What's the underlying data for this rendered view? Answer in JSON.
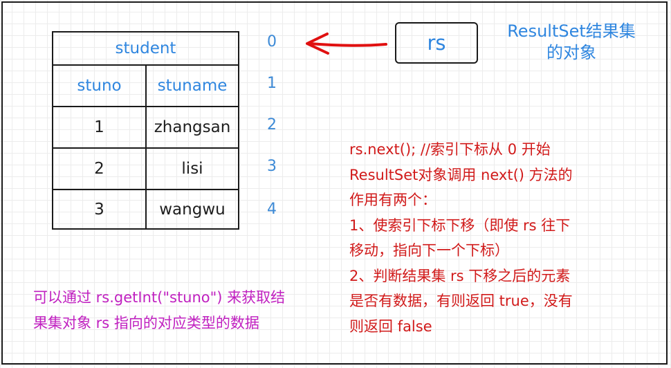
{
  "table": {
    "title": "student",
    "columns": [
      "stuno",
      "stuname"
    ],
    "rows": [
      [
        "1",
        "zhangsan"
      ],
      [
        "2",
        "lisi"
      ],
      [
        "3",
        "wangwu"
      ]
    ]
  },
  "indices": [
    "0",
    "1",
    "2",
    "3",
    "4"
  ],
  "rs_box": "rs",
  "rs_label": [
    "ResultSet结果集",
    "的对象"
  ],
  "red_note": [
    "rs.next(); //索引下标从 0 开始",
    "ResultSet对象调用 next() 方法的",
    "作用有两个：",
    "1、使索引下标下移（即使 rs 往下",
    "移动，指向下一个下标）",
    "2、判断结果集 rs 下移之后的元素",
    "是否有数据，有则返回 true，没有",
    "则返回 false"
  ],
  "purple_note": [
    "可以通过 rs.getInt(\"stuno\") 来获取结",
    "果集对象 rs 指向的对应类型的数据"
  ],
  "colors": {
    "blue": "#2f86df",
    "red": "#d11a1a",
    "purple": "#c020c0",
    "arrow": "#e01010"
  }
}
